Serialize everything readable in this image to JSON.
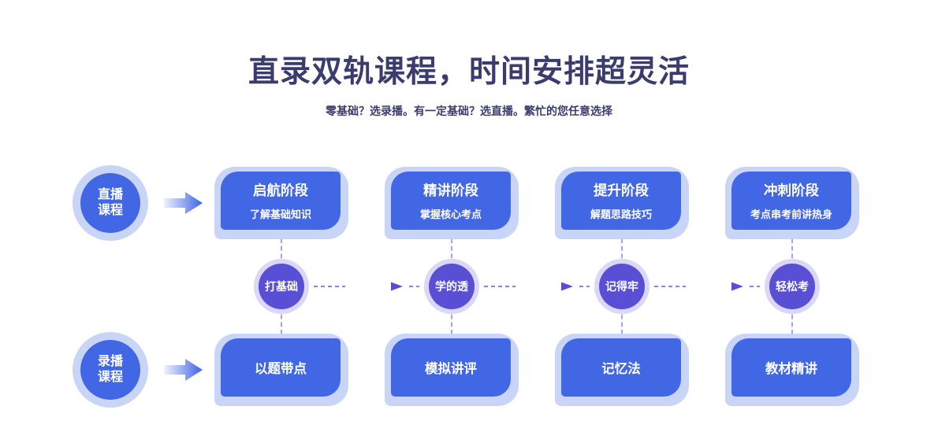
{
  "header": {
    "title": "直录双轨课程，时间安排超灵活",
    "subtitle": "零基础？选录播。有一定基础？选直播。繁忙的您任意选择"
  },
  "tracks": {
    "live": {
      "line1": "直播",
      "line2": "课程"
    },
    "recorded": {
      "line1": "录播",
      "line2": "课程"
    }
  },
  "live_stages": [
    {
      "title": "启航阶段",
      "subtitle": "了解基础知识"
    },
    {
      "title": "精讲阶段",
      "subtitle": "掌握核心考点"
    },
    {
      "title": "提升阶段",
      "subtitle": "解题思路技巧"
    },
    {
      "title": "冲刺阶段",
      "subtitle": "考点串考前讲热身"
    }
  ],
  "milestones": [
    {
      "label": "打基础"
    },
    {
      "label": "学的透"
    },
    {
      "label": "记得牢"
    },
    {
      "label": "轻松考"
    }
  ],
  "recorded_stages": [
    {
      "label": "以题带点"
    },
    {
      "label": "模拟讲评"
    },
    {
      "label": "记忆法"
    },
    {
      "label": "教材精讲"
    }
  ],
  "icons": {
    "track_arrow": "arrow-right-icon",
    "milestone_arrow": "arrow-right-icon"
  },
  "colors": {
    "page_bg": "#ffffff",
    "title_text": "#3b3c6e",
    "stage_blue": "#4267e5",
    "stage_halo": "#c9d5f7",
    "milestone_purple": "#594fd4",
    "milestone_ring": "#dad7f8",
    "dash_vertical": "#a9a2ec",
    "dash_horizontal": "#7a70dc",
    "text_on_blue": "#ffffff"
  }
}
